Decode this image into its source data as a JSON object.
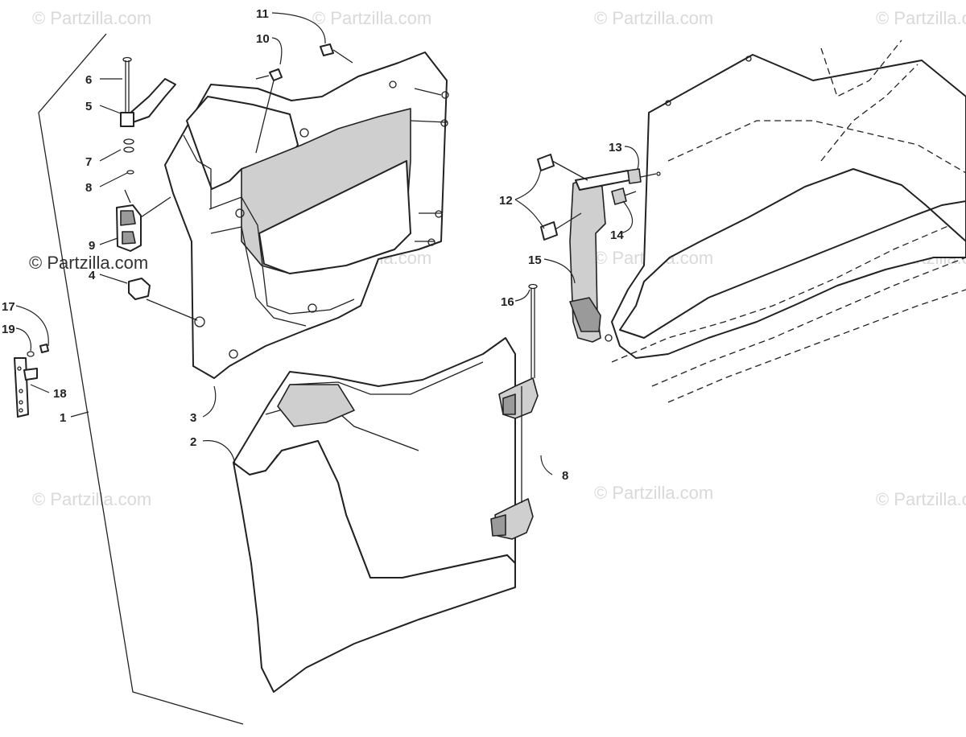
{
  "watermarks": {
    "faint": "© Partzilla.com",
    "strong": "© Partzilla.com"
  },
  "callouts": {
    "c1": "1",
    "c2": "2",
    "c3": "3",
    "c4": "4",
    "c5": "5",
    "c6": "6",
    "c7": "7",
    "c8a": "8",
    "c8b": "8",
    "c9": "9",
    "c10": "10",
    "c11": "11",
    "c12": "12",
    "c13": "13",
    "c14": "14",
    "c15": "15",
    "c16": "16",
    "c17": "17",
    "c18": "18",
    "c19": "19"
  },
  "colors": {
    "line": "#222222",
    "part_fill": "#cfcfcf",
    "watermark": "#d9d9d9"
  }
}
